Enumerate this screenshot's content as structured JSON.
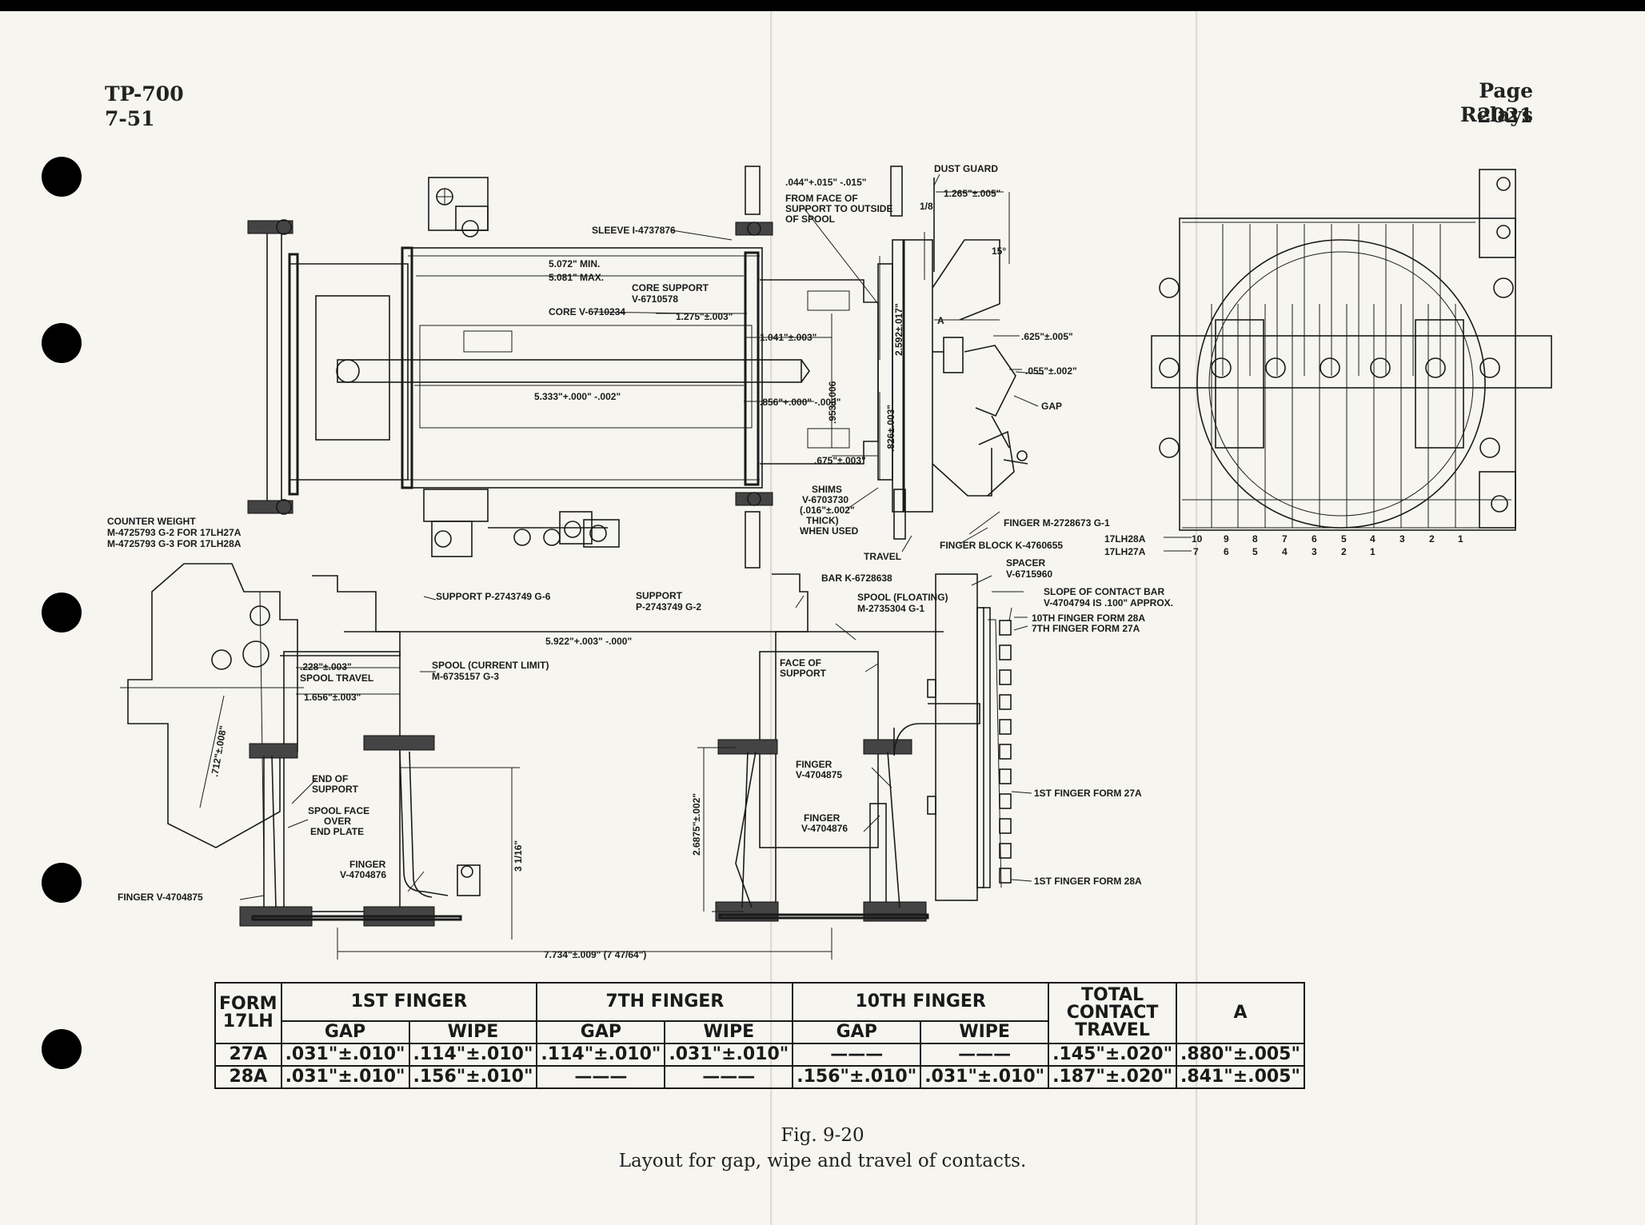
{
  "header": {
    "doc_number": "TP-700",
    "date": "7-51",
    "page": "Page 2021",
    "section": "Relays"
  },
  "labels": {
    "sleeve": "SLEEVE I-4737876",
    "min_len": "5.072\" MIN.",
    "max_len": "5.081\" MAX.",
    "core_support": "CORE SUPPORT",
    "core_support_no": "V-6710578",
    "core": "CORE V-6710234",
    "dim_1275": "1.275\"±.003\"",
    "dim_1041": "1.041\"±.003\"",
    "dim_5333": "5.333\"+.000\" -.002\"",
    "dim_856": ".856\"+.000\" -.003\"",
    "dim_953": ".953±.006",
    "dim_675": ".675\"±.003\"",
    "dim_826": ".826±.003\"",
    "dim_2592": "2.592±.017\"",
    "dim_044": ".044\"+.015\" -.015\"",
    "from_face_1": "FROM FACE OF",
    "from_face_2": "SUPPORT TO OUTSIDE",
    "from_face_3": "OF SPOOL",
    "dust_guard": "DUST GUARD",
    "dim_1265": "1.265\"±.005\"",
    "dim_1_8": "1/8",
    "angle_15": "15°",
    "dim_A": "A",
    "dim_625": ".625\"±.005\"",
    "dim_055": ".055\"±.002\"",
    "gap": "GAP",
    "shims": "SHIMS",
    "shims_no": "V-6703730",
    "shims_thk": "(.016\"±.002\"",
    "shims_thk2": "THICK)",
    "shims_used": "WHEN USED",
    "travel": "TRAVEL",
    "finger_m": "FINGER M-2728673 G-1",
    "finger_block": "FINGER BLOCK K-4760655",
    "counter_weight": "COUNTER WEIGHT",
    "cw_1": "M-4725793 G-2 FOR 17LH27A",
    "cw_2": "M-4725793 G-3 FOR 17LH28A",
    "support_g6": "SUPPORT P-2743749 G-6",
    "support_g2": "SUPPORT",
    "support_g2_no": "P-2743749 G-2",
    "bar": "BAR K-6728638",
    "spacer": "SPACER",
    "spacer_no": "V-6715960",
    "spool_floating": "SPOOL (FLOATING)",
    "spool_floating_no": "M-2735304 G-1",
    "slope_1": "SLOPE OF CONTACT BAR",
    "slope_2": "V-4704794 IS .100\" APPROX.",
    "tenth_form": "10TH FINGER FORM 28A",
    "seventh_form": "7TH FINGER FORM 27A",
    "dim_5922": "5.922\"+.003\" -.000\"",
    "dim_228": ".228\"±.003\"",
    "spool_travel": "SPOOL TRAVEL",
    "spool_current": "SPOOL (CURRENT LIMIT)",
    "spool_current_no": "M-6735157 G-3",
    "dim_1656": "1.656\"±.003\"",
    "face_of_support_1": "FACE OF",
    "face_of_support_2": "SUPPORT",
    "dim_712": ".712\"±.008\"",
    "end_support_1": "END OF",
    "end_support_2": "SUPPORT",
    "spool_face_1": "SPOOL FACE",
    "spool_face_2": "OVER",
    "spool_face_3": "END PLATE",
    "dim_3_1_16": "3 1/16\"",
    "finger_v4875_a": "FINGER",
    "finger_v4875_a_no": "V-4704875",
    "finger_v4876_a": "FINGER",
    "finger_v4876_a_no": "V-4704876",
    "finger_v4876_b": "FINGER",
    "finger_v4876_b_no": "V-4704876",
    "finger_v4875_left": "FINGER V-4704875",
    "dim_26875": "2.6875\"±.002\"",
    "first_27a": "1ST FINGER FORM 27A",
    "first_28a": "1ST FINGER FORM 28A",
    "dim_7734": "7.734\"±.009\" (7 47/64\")",
    "row_28a": "17LH28A",
    "row_27a": "17LH27A",
    "nums_28a": [
      "10",
      "9",
      "8",
      "7",
      "6",
      "5",
      "4",
      "3",
      "2",
      "1"
    ],
    "nums_27a": [
      "7",
      "6",
      "5",
      "4",
      "3",
      "2",
      "1"
    ]
  },
  "table": {
    "form_header": "FORM 17LH",
    "finger_headers": [
      "1ST FINGER",
      "7TH FINGER",
      "10TH FINGER"
    ],
    "total_header": "TOTAL CONTACT TRAVEL",
    "a_header": "A",
    "sub_gap": "GAP",
    "sub_wipe": "WIPE",
    "rows": [
      {
        "form": "27A",
        "f1_gap": ".031\"±.010\"",
        "f1_wipe": ".114\"±.010\"",
        "f7_gap": ".114\"±.010\"",
        "f7_wipe": ".031\"±.010\"",
        "f10_gap": "———",
        "f10_wipe": "———",
        "total": ".145\"±.020\"",
        "a": ".880\"±.005\""
      },
      {
        "form": "28A",
        "f1_gap": ".031\"±.010\"",
        "f1_wipe": ".156\"±.010\"",
        "f7_gap": "———",
        "f7_wipe": "———",
        "f10_gap": ".156\"±.010\"",
        "f10_wipe": ".031\"±.010\"",
        "total": ".187\"±.020\"",
        "a": ".841\"±.005\""
      }
    ]
  },
  "caption": {
    "fig": "Fig. 9-20",
    "text": "Layout for gap, wipe and travel of contacts."
  }
}
